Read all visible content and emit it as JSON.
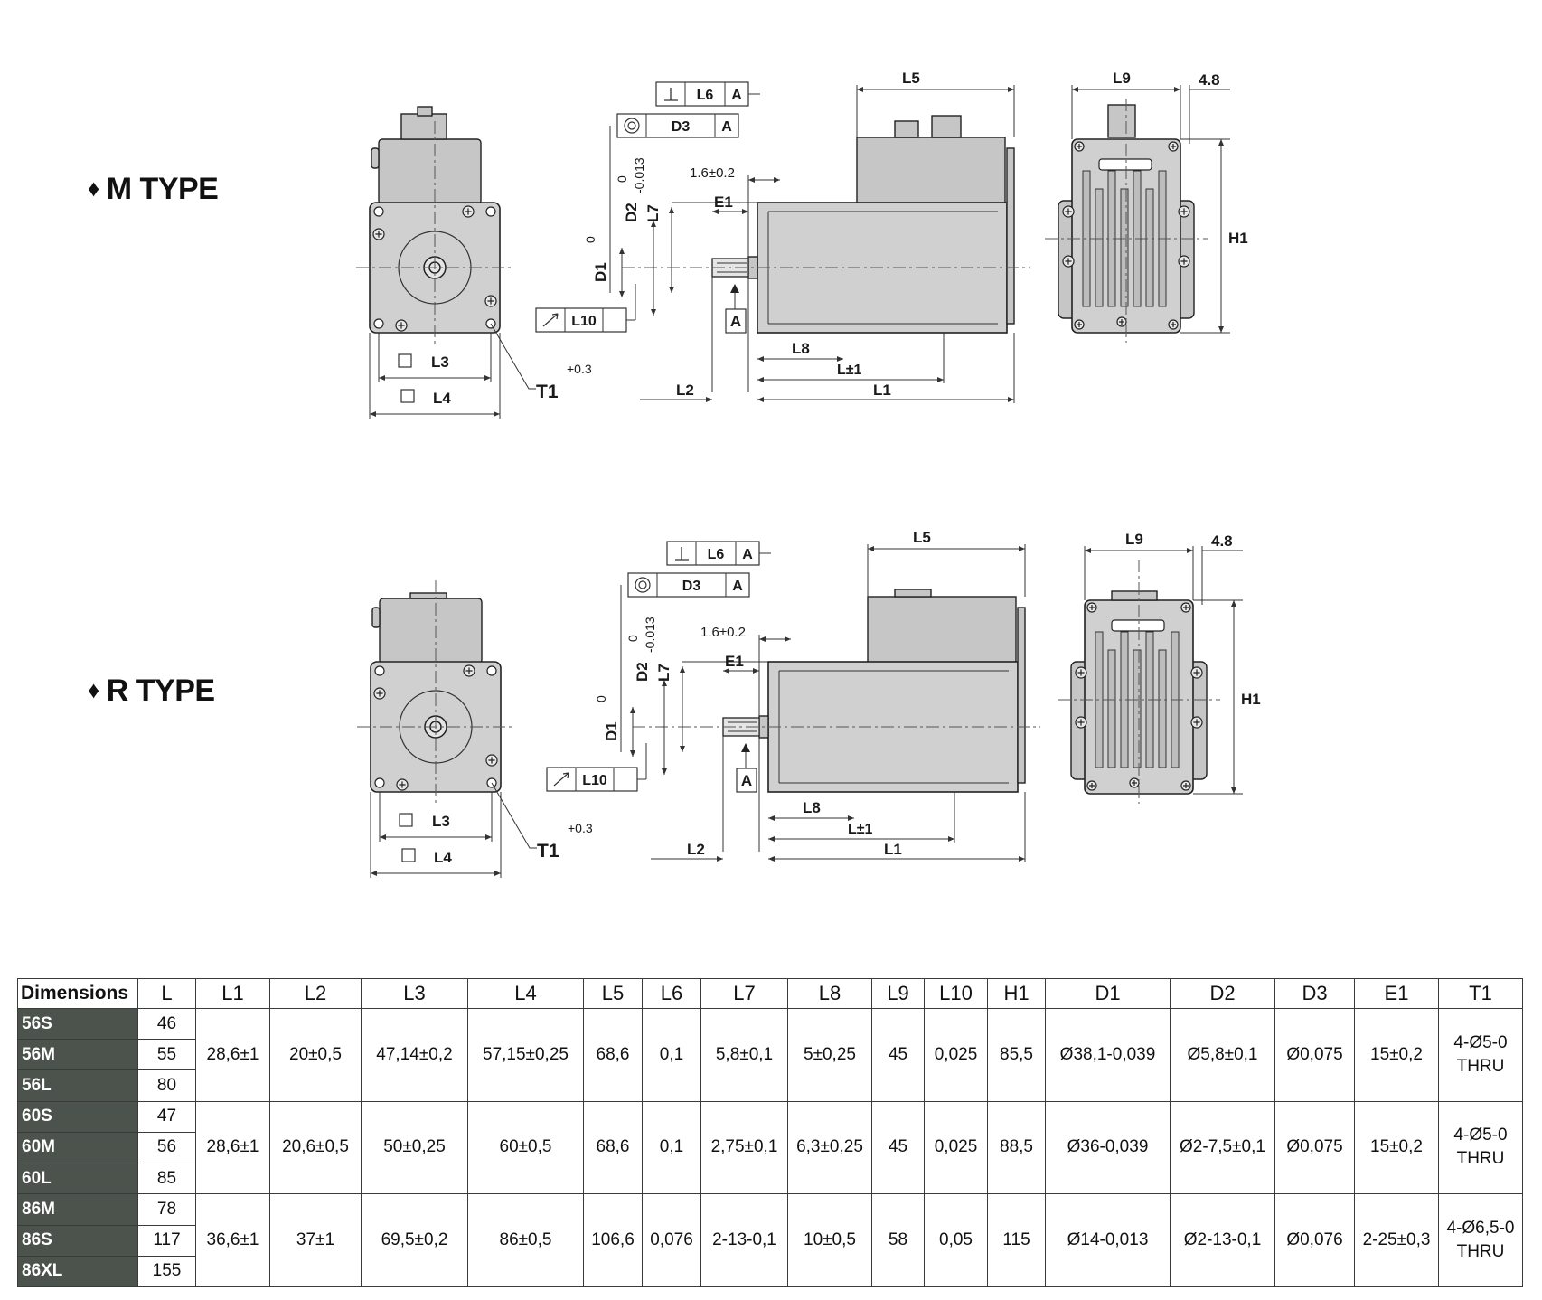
{
  "types": [
    {
      "label": "M TYPE"
    },
    {
      "label": "R TYPE"
    }
  ],
  "bullet": "♦",
  "drawing_labels": {
    "L3": "L3",
    "L4": "L4",
    "T1": "T1",
    "T1_tol": "+0.3",
    "L6": "L6",
    "D3": "D3",
    "A": "A",
    "L10": "L10",
    "D1": "D1",
    "D1_tol": "0",
    "D2": "D2",
    "D2_tol": "0",
    "D2_tol2": "-0.013",
    "L7": "L7",
    "E1": "E1",
    "tol16": "1.6±0.2",
    "L8": "L8",
    "L": "L±1",
    "L2": "L2",
    "L1": "L1",
    "L5": "L5",
    "L9": "L9",
    "v48": "4.8",
    "H1": "H1"
  },
  "table": {
    "headers": [
      "Dimensions",
      "L",
      "L1",
      "L2",
      "L3",
      "L4",
      "L5",
      "L6",
      "L7",
      "L8",
      "L9",
      "L10",
      "H1",
      "D1",
      "D2",
      "D3",
      "E1",
      "T1"
    ],
    "groups": [
      {
        "models": [
          {
            "name": "56S",
            "L": "46"
          },
          {
            "name": "56M",
            "L": "55"
          },
          {
            "name": "56L",
            "L": "80"
          }
        ],
        "L1": "28,6±1",
        "L2": "20±0,5",
        "L3": "47,14±0,2",
        "L4": "57,15±0,25",
        "L5": "68,6",
        "L6": "0,1",
        "L7": "5,8±0,1",
        "L8": "5±0,25",
        "L9": "45",
        "L10": "0,025",
        "H1": "85,5",
        "D1": "Ø38,1-0,039",
        "D2": "Ø5,8±0,1",
        "D3": "Ø0,075",
        "E1": "15±0,2",
        "T1a": "4-Ø5-0",
        "T1b": "THRU"
      },
      {
        "models": [
          {
            "name": "60S",
            "L": "47"
          },
          {
            "name": "60M",
            "L": "56"
          },
          {
            "name": "60L",
            "L": "85"
          }
        ],
        "L1": "28,6±1",
        "L2": "20,6±0,5",
        "L3": "50±0,25",
        "L4": "60±0,5",
        "L5": "68,6",
        "L6": "0,1",
        "L7": "2,75±0,1",
        "L8": "6,3±0,25",
        "L9": "45",
        "L10": "0,025",
        "H1": "88,5",
        "D1": "Ø36-0,039",
        "D2": "Ø2-7,5±0,1",
        "D3": "Ø0,075",
        "E1": "15±0,2",
        "T1a": "4-Ø5-0",
        "T1b": "THRU"
      },
      {
        "models": [
          {
            "name": "86M",
            "L": "78"
          },
          {
            "name": "86S",
            "L": "117"
          },
          {
            "name": "86XL",
            "L": "155"
          }
        ],
        "L1": "36,6±1",
        "L2": "37±1",
        "L3": "69,5±0,2",
        "L4": "86±0,5",
        "L5": "106,6",
        "L6": "0,076",
        "L7": "2-13-0,1",
        "L8": "10±0,5",
        "L9": "58",
        "L10": "0,05",
        "H1": "115",
        "D1": "Ø14-0,013",
        "D2": "Ø2-13-0,1",
        "D3": "Ø0,076",
        "E1": "2-25±0,3",
        "T1a": "4-Ø6,5-0",
        "T1b": "THRU"
      }
    ]
  }
}
